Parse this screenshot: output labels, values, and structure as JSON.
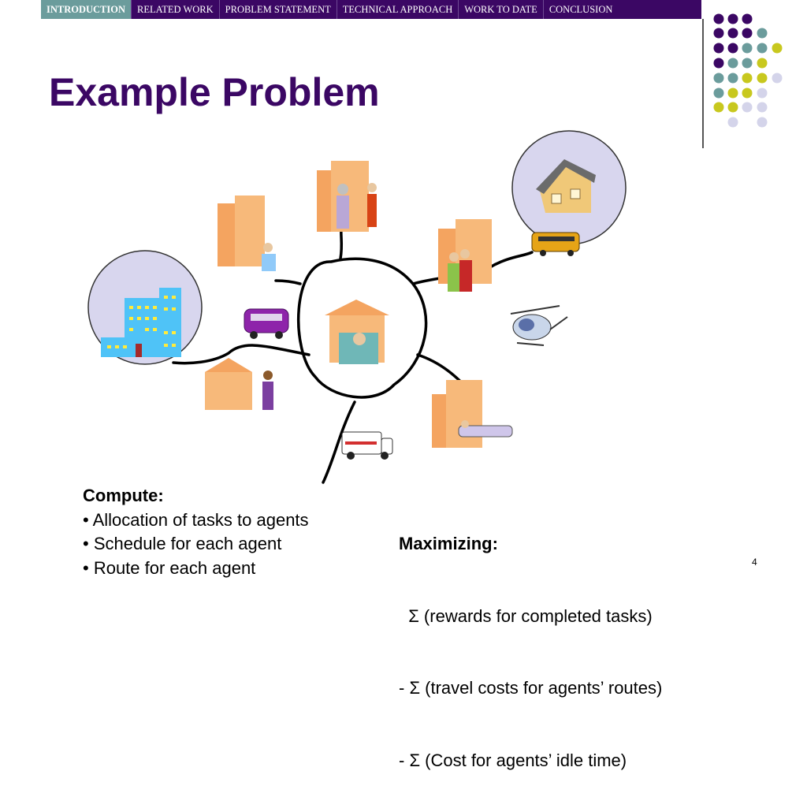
{
  "nav": {
    "tabs": [
      {
        "label": "INTRODUCTION",
        "active": true
      },
      {
        "label": "RELATED WORK",
        "active": false
      },
      {
        "label": "PROBLEM STATEMENT",
        "active": false
      },
      {
        "label": "TECHNICAL APPROACH",
        "active": false
      },
      {
        "label": "WORK TO DATE",
        "active": false
      },
      {
        "label": "CONCLUSION",
        "active": false
      }
    ]
  },
  "slide": {
    "title": "Example Problem",
    "page_number": "4"
  },
  "compute": {
    "heading": "Compute:",
    "items": [
      "• Allocation of tasks to agents",
      "• Schedule for each agent",
      "• Route for each agent"
    ]
  },
  "maximizing": {
    "heading": "Maximizing:",
    "items": [
      "  Σ (rewards for completed tasks)",
      "- Σ (travel costs for agents’ routes)",
      "- Σ (Cost for agents’ idle time)"
    ]
  },
  "colors": {
    "nav_bg": "#3b0764",
    "nav_active": "#6b9c9c",
    "title": "#3b0764",
    "dot_purple": "#3b0764",
    "dot_teal": "#6b9c9c",
    "dot_lime": "#c8c81e",
    "dot_lavender": "#d4d4ea",
    "building": "#f4a460",
    "hospital": "#4fc3f7"
  },
  "icons": [
    "hospital-icon",
    "house-icon",
    "school-bus-icon",
    "helicopter-icon",
    "ambulance-icon",
    "van-icon",
    "apartment-building-icon",
    "person-icon",
    "home-care-icon"
  ]
}
